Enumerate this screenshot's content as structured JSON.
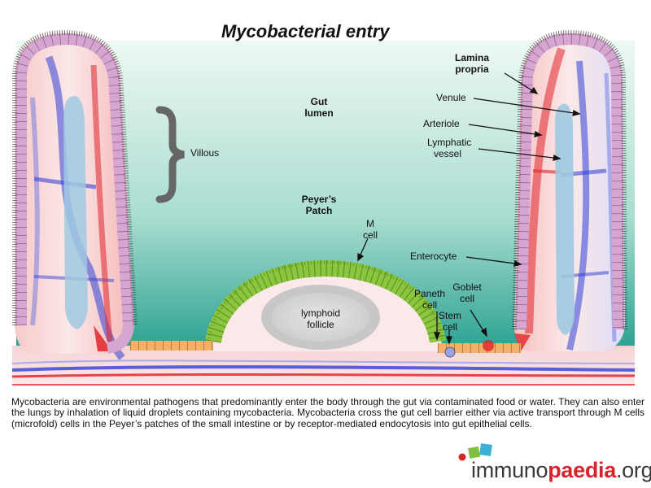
{
  "title": "Mycobacterial entry",
  "labels": {
    "gut_lumen": [
      "Gut",
      "lumen"
    ],
    "villous": "Villous",
    "peyers_patch": [
      "Peyer’s",
      "Patch"
    ],
    "m_cell": [
      "M",
      "cell"
    ],
    "lymphoid_follicle": [
      "lymphoid",
      "follicle"
    ],
    "lamina_propria": [
      "Lamina",
      "propria"
    ],
    "venule": "Venule",
    "arteriole": "Arteriole",
    "lymphatic_vessel": [
      "Lymphatic",
      "vessel"
    ],
    "enterocyte": "Enterocyte",
    "paneth_cell": [
      "Paneth",
      "cell"
    ],
    "goblet_cell": [
      "Goblet",
      "cell"
    ],
    "stem_cell": [
      "Stem",
      "cell"
    ]
  },
  "caption": "Mycobacteria are environmental pathogens that predominantly enter the body through the gut via contaminated food or water. They can also enter the lungs by inhalation of liquid droplets containing mycobacteria. Mycobacteria cross the gut cell barrier either via active transport through M cells (microfold) cells in the Peyer’s patches of the small intestine or by receptor-mediated endocytosis into gut epithelial cells.",
  "logo": {
    "part1": "immuno",
    "part2": "paedia",
    "part3": ".org"
  },
  "colors": {
    "lumen_top": "#e9f6f1",
    "lumen_bottom": "#1f9c8c",
    "tissue_pink": "#fbe6e6",
    "enterocyte": "#d7a6d0",
    "m_cell": "#8cc63f",
    "paneth": "#f2b06a",
    "artery": "#e0252b",
    "vein": "#2f3fd6",
    "lymphatic": "#9fc9e0",
    "logo_red": "#d8232a"
  }
}
